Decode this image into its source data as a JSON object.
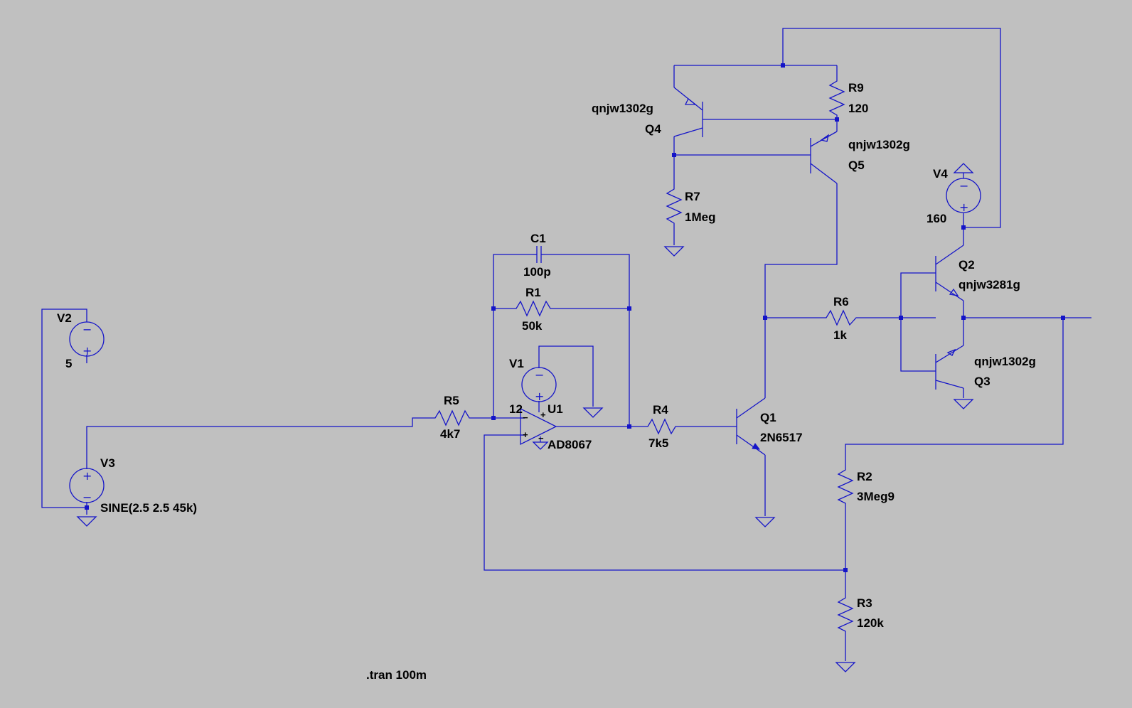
{
  "colors": {
    "background": "#c0c0c0",
    "wire": "#1414c8",
    "text": "#000000"
  },
  "components": {
    "V2": {
      "name": "V2",
      "value": "5"
    },
    "V3": {
      "name": "V3",
      "value": "SINE(2.5 2.5 45k)"
    },
    "R5": {
      "name": "R5",
      "value": "4k7"
    },
    "C1": {
      "name": "C1",
      "value": "100p"
    },
    "R1": {
      "name": "R1",
      "value": "50k"
    },
    "V1": {
      "name": "V1",
      "value": "12"
    },
    "U1": {
      "name": "U1",
      "value": "AD8067"
    },
    "R4": {
      "name": "R4",
      "value": "7k5"
    },
    "Q1": {
      "name": "Q1",
      "value": "2N6517"
    },
    "R7": {
      "name": "R7",
      "value": "1Meg"
    },
    "Q4": {
      "name": "Q4",
      "value": "qnjw1302g"
    },
    "R9": {
      "name": "R9",
      "value": "120"
    },
    "Q5": {
      "name": "Q5",
      "value": "qnjw1302g"
    },
    "V4": {
      "name": "V4",
      "value": "160"
    },
    "Q2": {
      "name": "Q2",
      "value": "qnjw3281g"
    },
    "R6": {
      "name": "R6",
      "value": "1k"
    },
    "Q3": {
      "name": "Q3",
      "value": "qnjw1302g"
    },
    "R2": {
      "name": "R2",
      "value": "3Meg9"
    },
    "R3": {
      "name": "R3",
      "value": "120k"
    }
  },
  "directive": ".tran 100m"
}
